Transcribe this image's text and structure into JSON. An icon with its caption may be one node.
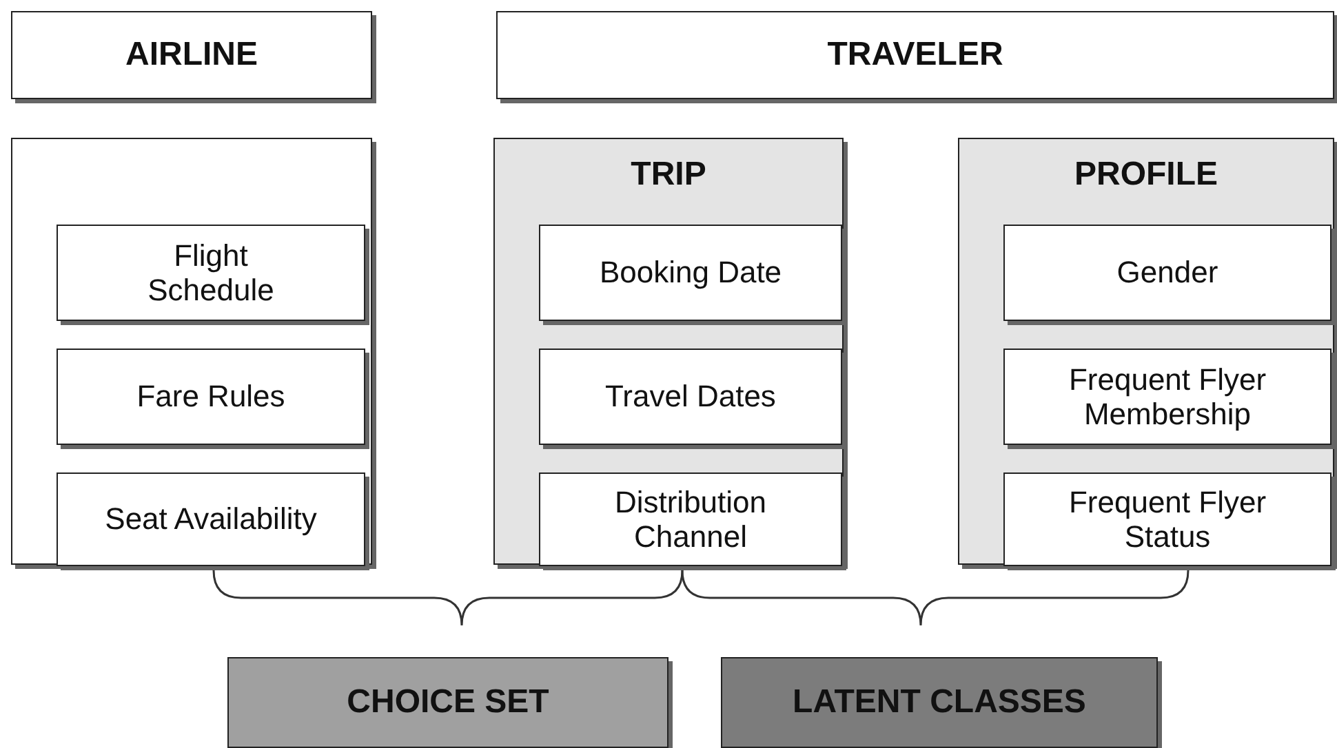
{
  "diagram": {
    "nodes": [
      {
        "text": [
          "AIRLINE"
        ]
      },
      {
        "text": [
          "TRAVELER"
        ]
      },
      {
        "text": [],
        "shape": "box"
      },
      {
        "text": [
          "Flight Schedule"
        ],
        "in": 2
      },
      {
        "text": [
          "Fare Rules"
        ],
        "in": 2
      },
      {
        "text": [
          "Seat Availability"
        ],
        "in": 2
      },
      {
        "text": [
          "TRIP"
        ]
      },
      {
        "text": [
          "Booking Date"
        ],
        "in": 6
      },
      {
        "text": [
          "Travel Dates"
        ],
        "in": 6
      },
      {
        "text": [
          "Distribution Channel"
        ],
        "in": 6
      },
      {
        "text": [
          "PROFILE"
        ]
      },
      {
        "text": [
          "Gender"
        ],
        "in": 10
      },
      {
        "text": [
          "Frequent Flyer Membership"
        ],
        "in": 10
      },
      {
        "text": [
          "Frequent Flyer Status"
        ],
        "in": 10
      },
      {
        "text": [
          "CHOICE SET"
        ]
      },
      {
        "text": [
          "LATENT CLASSES"
        ]
      }
    ],
    "edges": []
  }
}
